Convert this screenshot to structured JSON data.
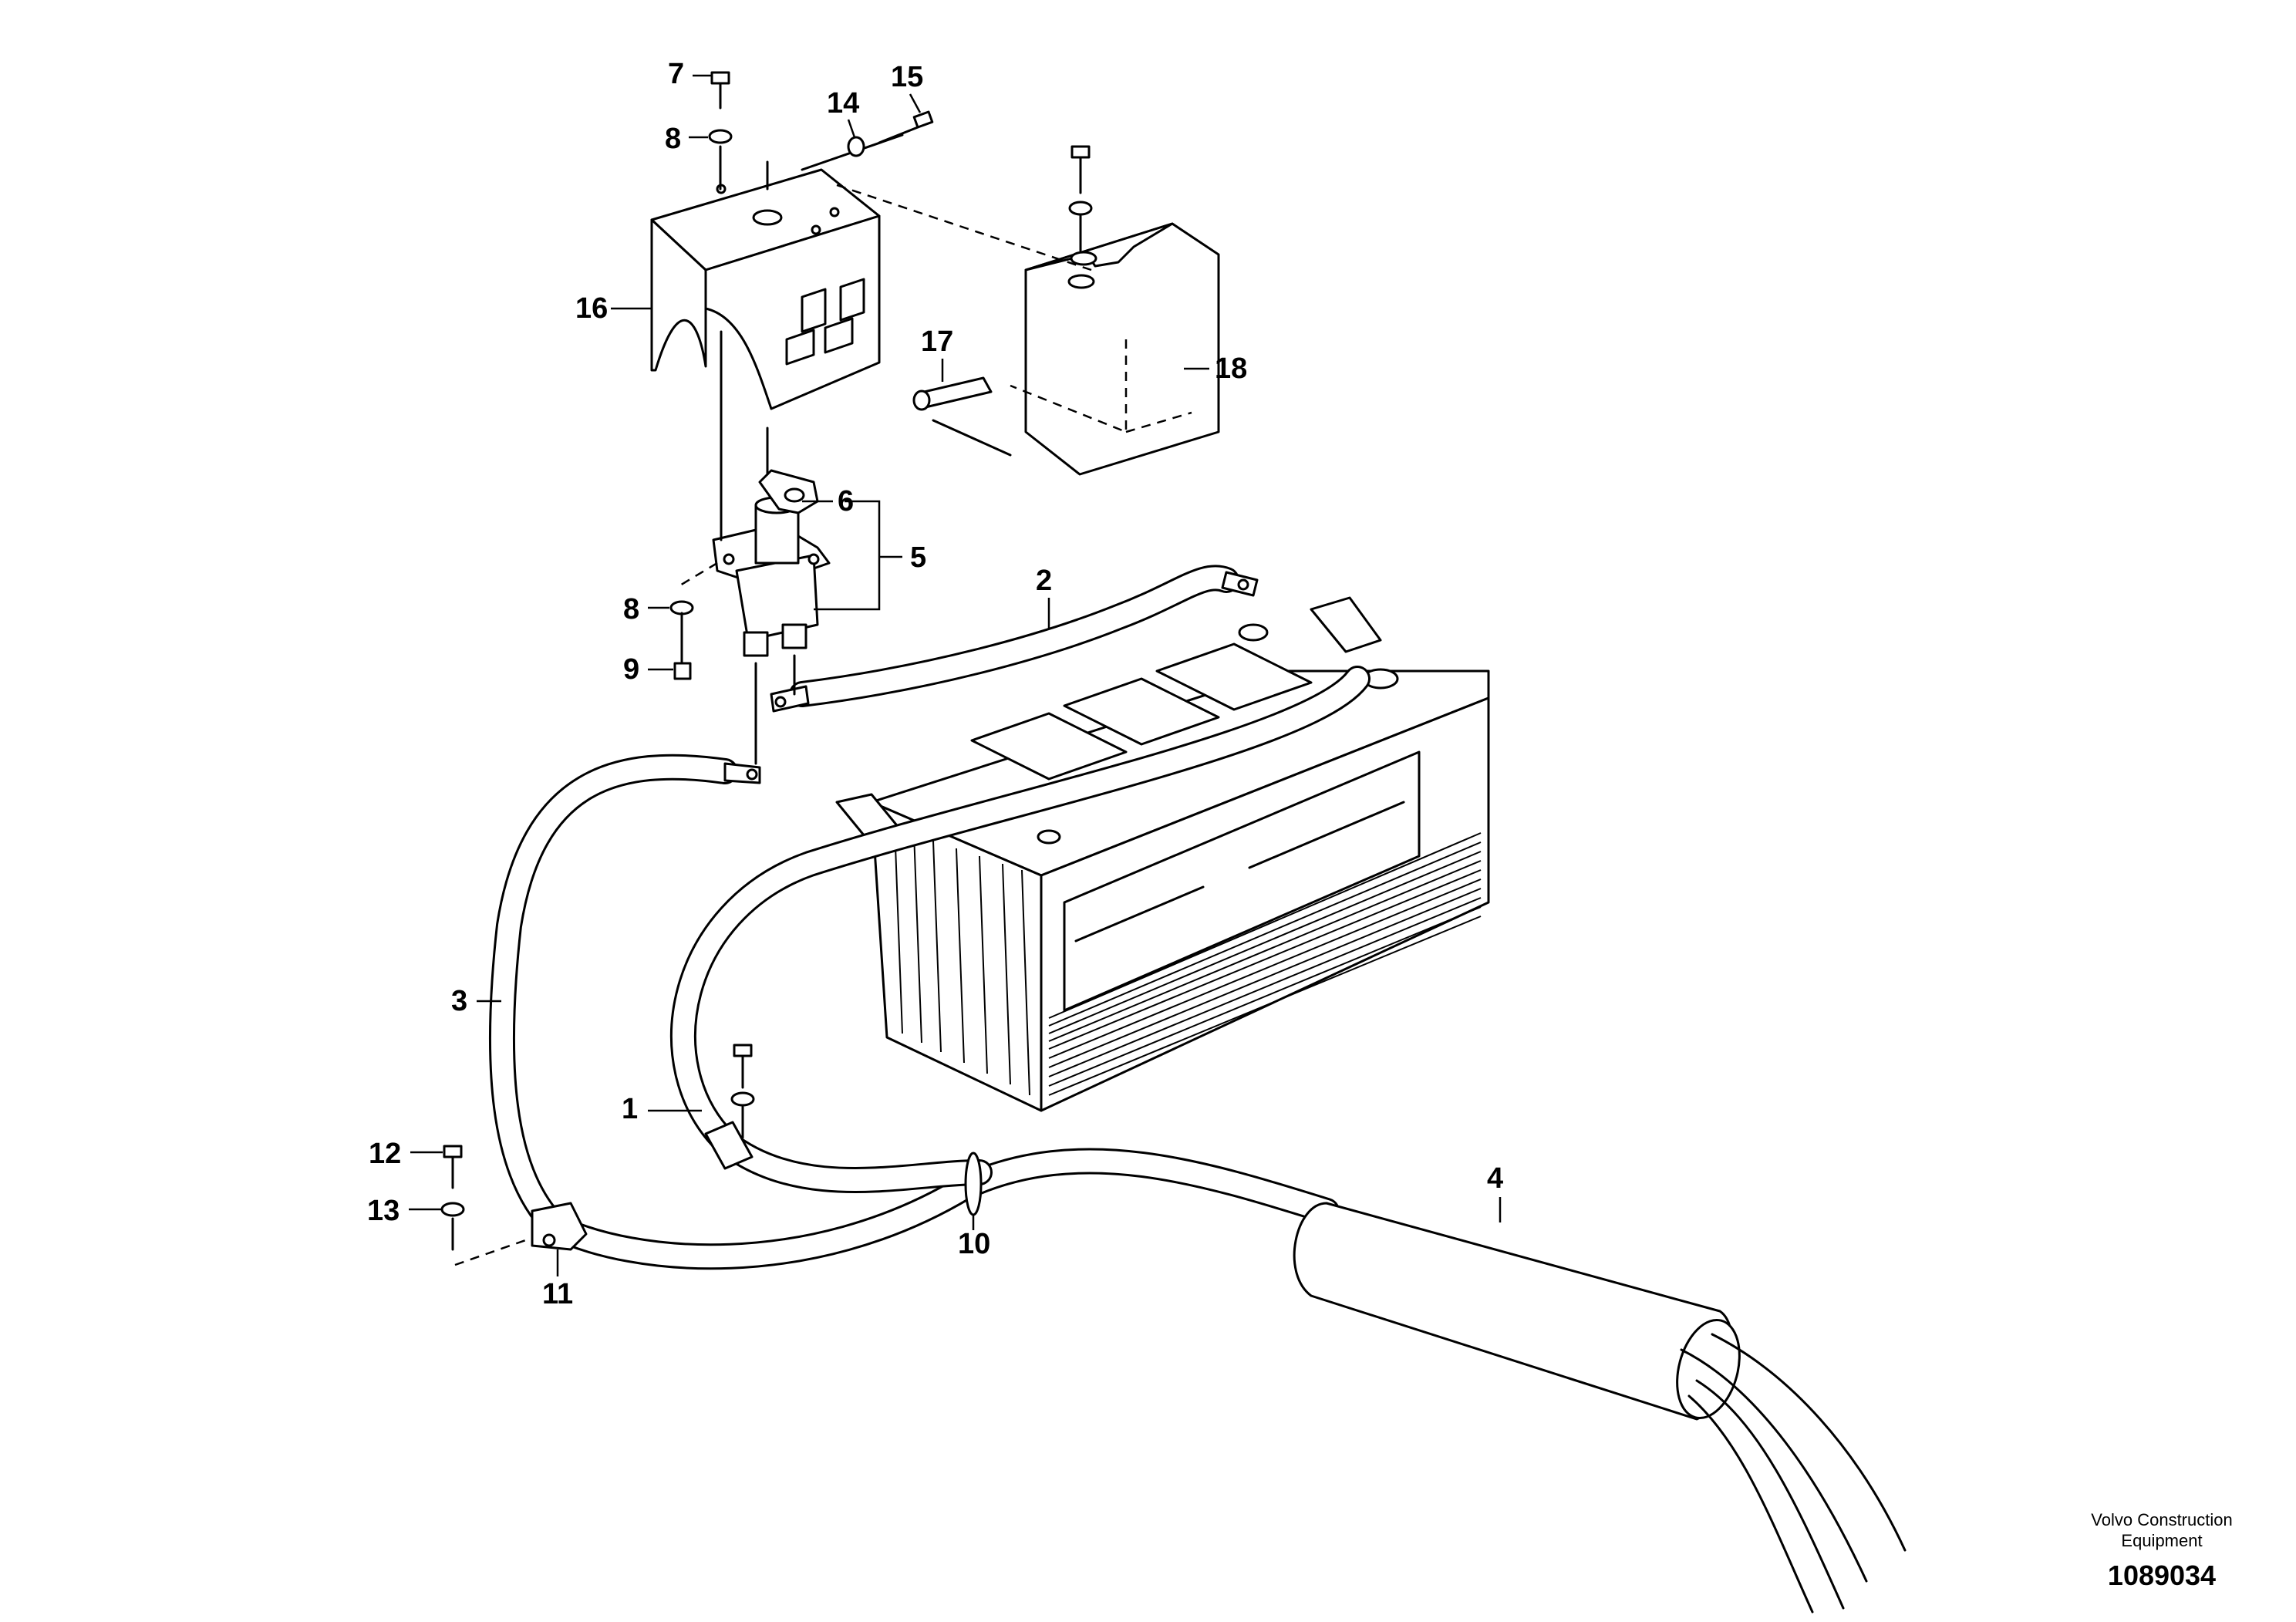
{
  "callouts": {
    "c1": "1",
    "c2": "2",
    "c3": "3",
    "c4": "4",
    "c5": "5",
    "c6": "6",
    "c7": "7",
    "c8a": "8",
    "c8b": "8",
    "c9": "9",
    "c10": "10",
    "c11": "11",
    "c12": "12",
    "c13": "13",
    "c14": "14",
    "c15": "15",
    "c16": "16",
    "c17": "17",
    "c18": "18"
  },
  "footer": {
    "company_line1": "Volvo Construction",
    "company_line2": "Equipment",
    "document_number": "1089034"
  }
}
